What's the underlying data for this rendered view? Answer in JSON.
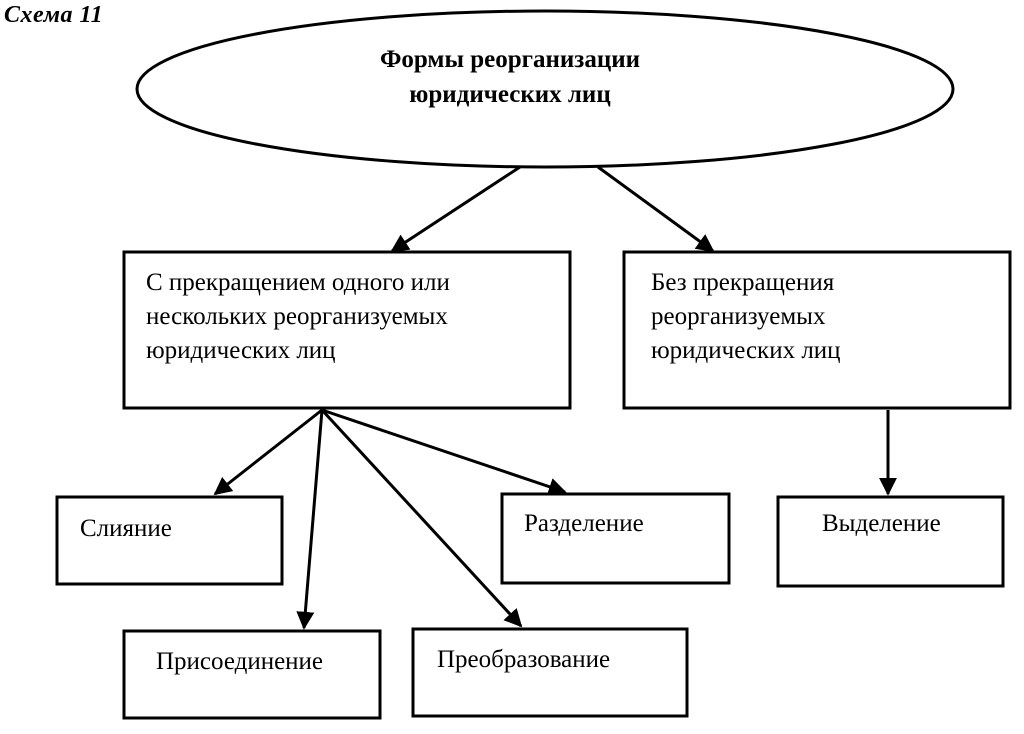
{
  "scheme_label": "Схема 11",
  "root": {
    "lines": [
      "Формы реорганизации",
      "юридических лиц"
    ]
  },
  "branch_left": {
    "lines": [
      "С прекращением одного или",
      "нескольких реорганизуемых",
      "юридических лиц"
    ]
  },
  "branch_right": {
    "lines": [
      "Без прекращения",
      "реорганизуемых",
      "юридических лиц"
    ]
  },
  "leaves": {
    "merger": "Слияние",
    "accession": "Присоединение",
    "transformation": "Преобразование",
    "division": "Разделение",
    "separation": "Выделение"
  }
}
